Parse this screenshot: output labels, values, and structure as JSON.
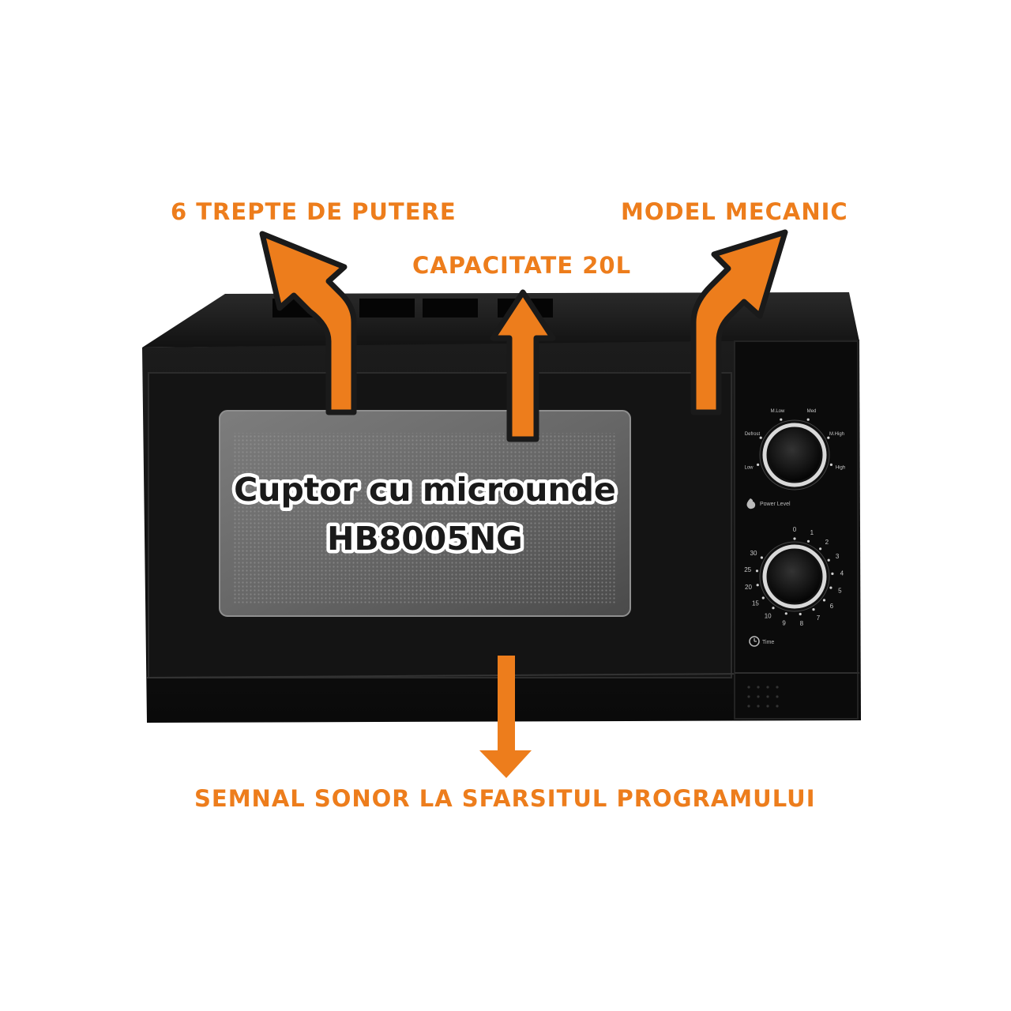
{
  "callouts": {
    "power_levels": "6 TREPTE DE PUTERE",
    "capacity": "CAPACITATE 20L",
    "model_type": "MODEL MECANIC",
    "end_signal": "SEMNAL SONOR LA SFARSITUL PROGRAMULUI"
  },
  "product": {
    "name_line1": "Cuptor cu microunde",
    "name_line2": "HB8005NG"
  },
  "power_dial": {
    "labels": [
      "Low",
      "Defrost",
      "M.Low",
      "Med",
      "M.High",
      "High"
    ],
    "caption": "Power Level",
    "caption_icon": "flame-icon"
  },
  "timer_dial": {
    "labels": [
      "0",
      "1",
      "2",
      "3",
      "4",
      "5",
      "6",
      "7",
      "8",
      "9",
      "10",
      "15",
      "20",
      "25",
      "30"
    ],
    "caption": "Time",
    "caption_icon": "clock-icon"
  },
  "colors": {
    "accent": "#ed7d1c",
    "arrow_outline": "#1a1a1a",
    "body": "#0e0e0e",
    "background": "#ffffff"
  }
}
